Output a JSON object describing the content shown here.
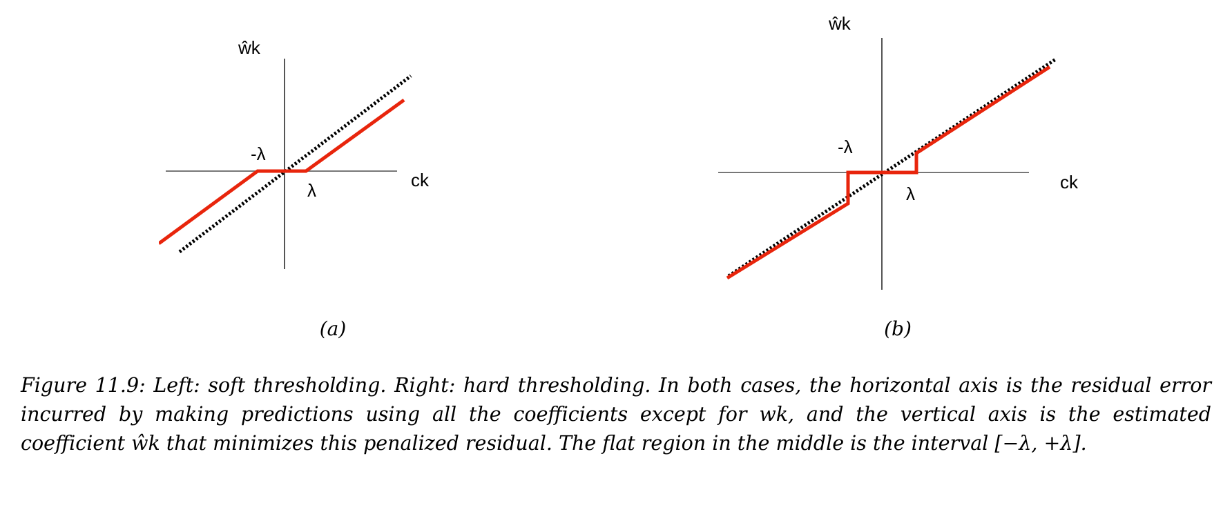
{
  "panels": [
    {
      "id": "a",
      "sublabel": "(a)",
      "y_axis_label": "ŵk",
      "x_axis_label": "ck",
      "neg_lambda_label": "-λ",
      "pos_lambda_label": "λ",
      "thresholding": "soft",
      "line_color": "#e8250c",
      "identity_line_style": "dotted"
    },
    {
      "id": "b",
      "sublabel": "(b)",
      "y_axis_label": "ŵk",
      "x_axis_label": "ck",
      "neg_lambda_label": "-λ",
      "pos_lambda_label": "λ",
      "thresholding": "hard",
      "line_color": "#e8250c",
      "identity_line_style": "dotted"
    }
  ],
  "caption": {
    "text": "Figure 11.9: Left: soft thresholding. Right: hard thresholding. In both cases, the horizontal axis is the residual error incurred by making predictions using all the coefficients except for wk, and the vertical axis is the estimated coefficient ŵk that minimizes this penalized residual. The flat region in the middle is the interval [−λ, +λ]."
  }
}
